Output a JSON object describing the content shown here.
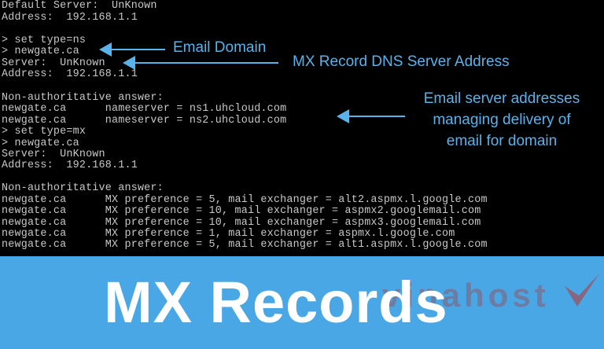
{
  "terminal": {
    "lines": [
      "Default Server:  UnKnown",
      "Address:  192.168.1.1",
      "",
      "> set type=ns",
      "> newgate.ca",
      "Server:  UnKnown",
      "Address:  192.168.1.1",
      "",
      "Non-authoritative answer:",
      "newgate.ca      nameserver = ns1.uhcloud.com",
      "newgate.ca      nameserver = ns2.uhcloud.com",
      "> set type=mx",
      "> newgate.ca",
      "Server:  UnKnown",
      "Address:  192.168.1.1",
      "",
      "Non-authoritative answer:",
      "newgate.ca      MX preference = 5, mail exchanger = alt2.aspmx.l.google.com",
      "newgate.ca      MX preference = 10, mail exchanger = aspmx2.googlemail.com",
      "newgate.ca      MX preference = 10, mail exchanger = aspmx3.googlemail.com",
      "newgate.ca      MX preference = 1, mail exchanger = aspmx.l.google.com",
      "newgate.ca      MX preference = 5, mail exchanger = alt1.aspmx.l.google.com"
    ]
  },
  "annotations": {
    "email_domain": "Email Domain",
    "mx_dns_server": "MX Record DNS Server Address",
    "email_servers": {
      "line1": "Email server addresses",
      "line2": "managing delivery of",
      "line3": "email for domain"
    }
  },
  "banner": {
    "title": "MX Records",
    "watermark": "vinahost"
  },
  "colors": {
    "banner_background": "#48a7e4",
    "annotation_blue": "#5ab2ea",
    "terminal_text": "#c8c8c8",
    "terminal_background": "#000000",
    "watermark_red": "#aa3737"
  },
  "icons": {
    "annotation_arrows": "left-arrow-icon",
    "watermark_mark": "check-mark-icon"
  }
}
